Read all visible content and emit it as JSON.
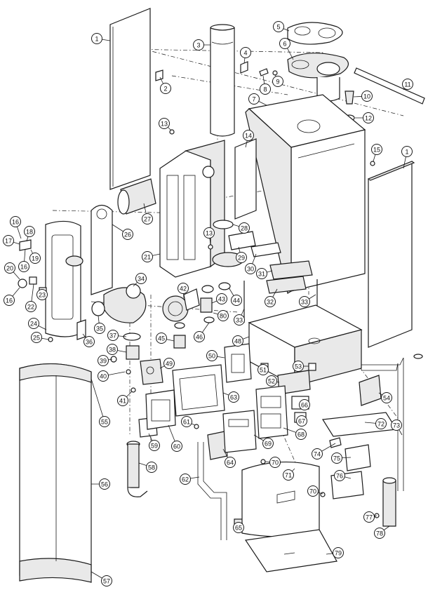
{
  "diagram": {
    "callouts": [
      "1",
      "2",
      "3",
      "4",
      "5",
      "6",
      "7",
      "8",
      "9",
      "10",
      "11",
      "12",
      "13",
      "14",
      "15",
      "16",
      "17",
      "18",
      "19",
      "20",
      "21",
      "22",
      "23",
      "24",
      "25",
      "26",
      "27",
      "28",
      "29",
      "30",
      "31",
      "32",
      "33",
      "34",
      "35",
      "36",
      "37",
      "38",
      "39",
      "40",
      "41",
      "42",
      "43",
      "44",
      "45",
      "46",
      "48",
      "49",
      "50",
      "51",
      "52",
      "53",
      "54",
      "55",
      "56",
      "57",
      "58",
      "59",
      "60",
      "61",
      "62",
      "63",
      "64",
      "65",
      "66",
      "67",
      "68",
      "69",
      "70",
      "71",
      "72",
      "73",
      "74",
      "75",
      "76",
      "77",
      "78",
      "79",
      "80"
    ]
  }
}
